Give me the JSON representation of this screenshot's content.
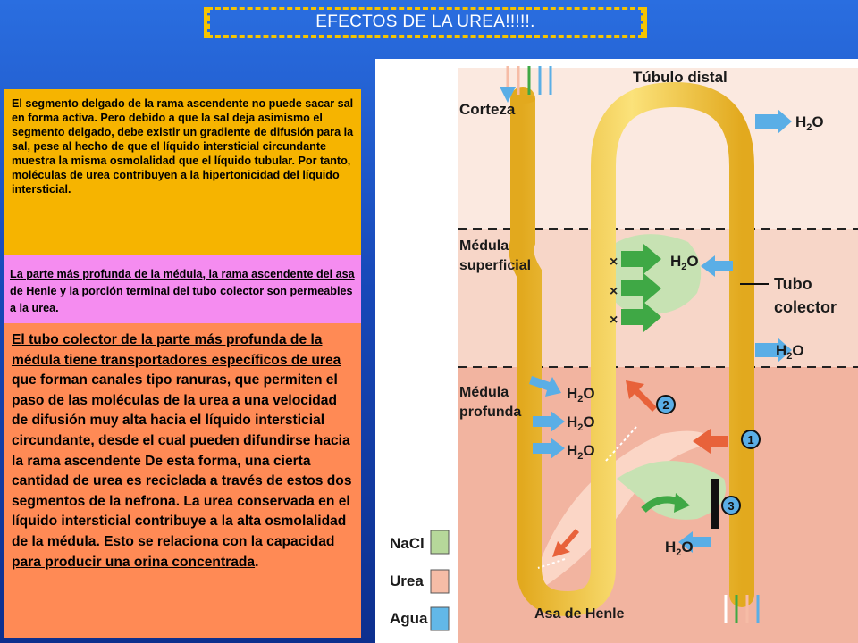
{
  "slide": {
    "title": "EFECTOS DE LA UREA!!!!!."
  },
  "panels": {
    "p1": "El segmento delgado de la rama ascendente no puede sacar sal en forma activa. Pero debido a que la sal deja asimismo el segmento delgado, debe existir un gradiente de difusión para la sal, pese al hecho de que el líquido intersticial circundante muestra la misma osmolalidad que el líquido tubular. Por tanto, moléculas de urea contribuyen a la hipertonicidad del líquido intersticial.",
    "p2": "La parte más profunda de la médula, la rama ascendente del asa de Henle y la porción terminal del tubo colector son permeables a la urea.",
    "p3": {
      "u1": "El tubo colector de la parte más profunda de la médula tiene transportadores específicos de urea",
      "t1": " que forman canales tipo ranuras, que permiten el paso de las moléculas de la urea a una velocidad de difusión  muy alta hacia el líquido intersticial circundante, desde el cual pueden difundirse hacia la rama ascendente De esta forma, una cierta cantidad de urea es reciclada a través de estos dos segmentos de la nefrona. La urea conservada en el líquido intersticial contribuye a la alta osmolalidad de la médula. Esto se relaciona con la ",
      "u2": "capacidad para producir una orina concentrada",
      "t2": "."
    }
  },
  "diagram": {
    "labels": {
      "corteza": "Corteza",
      "tubulo_distal": "Túbulo distal",
      "medula_sup_1": "Médula",
      "medula_sup_2": "superficial",
      "medula_prof_1": "Médula",
      "medula_prof_2": "profunda",
      "tubo_colector_1": "Tubo",
      "tubo_colector_2": "colector",
      "asa_henle": "Asa de Henle",
      "h2o": "H",
      "h2o_sub": "2",
      "h2o_o": "O"
    },
    "markers": [
      "1",
      "2",
      "3"
    ],
    "legend": [
      {
        "label": "NaCl",
        "color": "#b6d89a"
      },
      {
        "label": "Urea",
        "color": "#f6bca6"
      },
      {
        "label": "Agua",
        "color": "#62b8e8"
      }
    ],
    "colors": {
      "tube": "#f4c53a",
      "tube_light": "#fbe27a",
      "medulla_sup": "#f7d6c8",
      "medulla_deep": "#f2b4a0",
      "cortex": "#fbe9e0",
      "arrow_blue": "#5aaee6",
      "arrow_green": "#3fa845",
      "arrow_orange": "#e8623a"
    }
  }
}
